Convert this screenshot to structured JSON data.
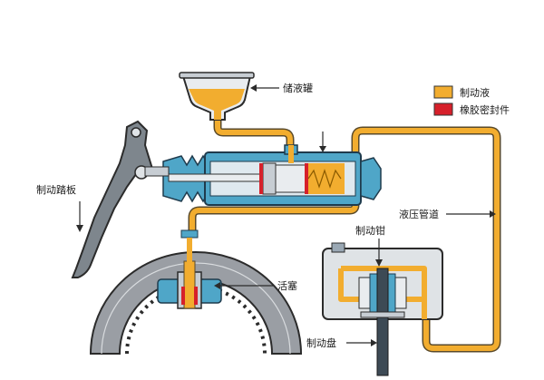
{
  "legend": {
    "items": [
      {
        "label": "制动液",
        "color": "#f2ad2f"
      },
      {
        "label": "橡胶密封件",
        "color": "#d6202a"
      }
    ]
  },
  "labels": {
    "reservoir": "储液罐",
    "pedal": "制动踏板",
    "hydraulic_line": "液压管道",
    "caliper": "制动钳",
    "piston": "活塞",
    "disc": "制动盘"
  },
  "colors": {
    "fluid": "#f2ad2f",
    "seal": "#d6202a",
    "metal": "#9aa8b4",
    "metal_dark": "#3d4a55",
    "cylinder_blue": "#4fa6c8",
    "drum_gray": "#9a9ea4"
  }
}
